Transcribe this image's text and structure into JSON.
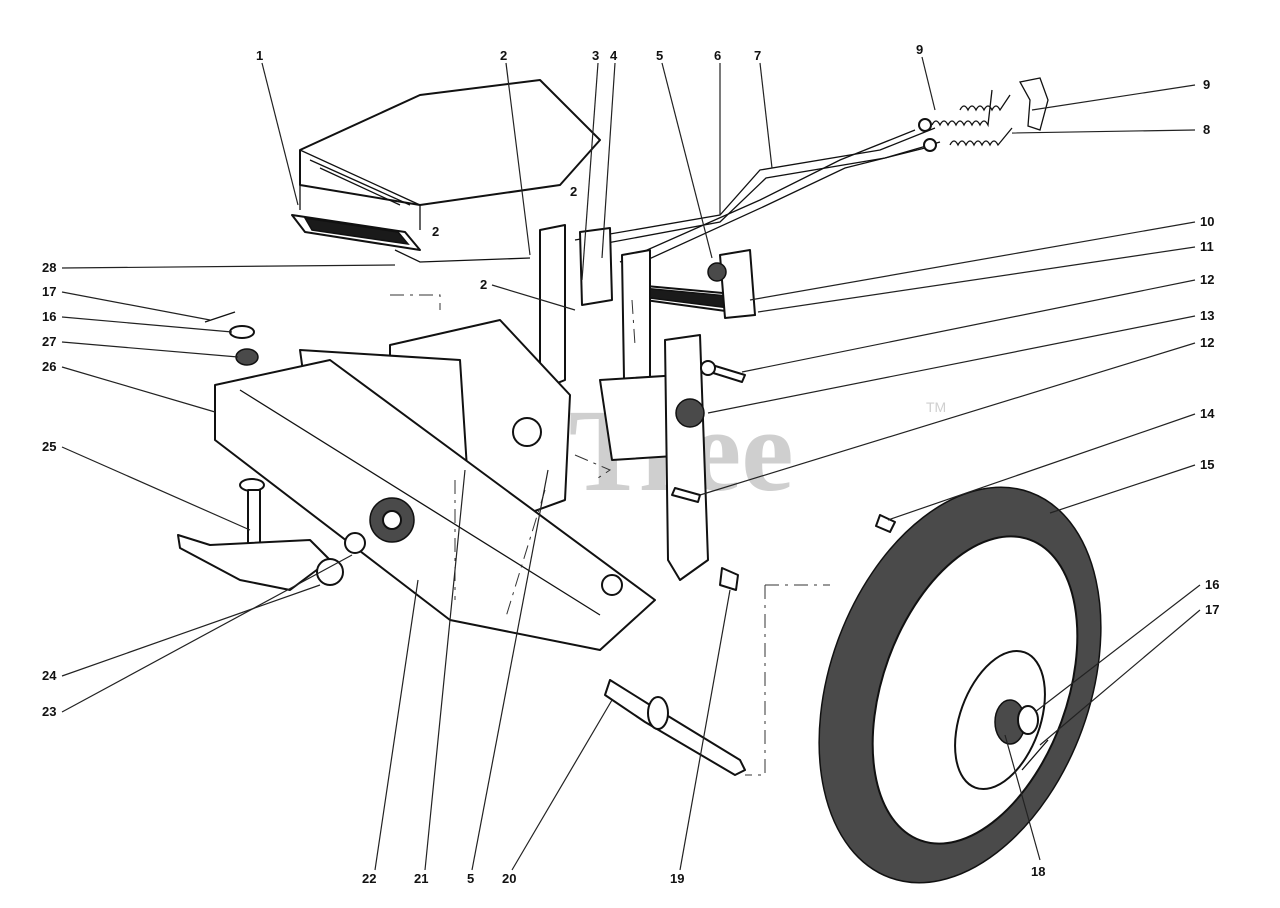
{
  "watermark": {
    "text": "PartsTree",
    "trademark": "TM",
    "color": "#cfcfcf"
  },
  "callouts": [
    {
      "id": "c1",
      "text": "1"
    },
    {
      "id": "c2a",
      "text": "2"
    },
    {
      "id": "c3",
      "text": "3"
    },
    {
      "id": "c4",
      "text": "4"
    },
    {
      "id": "c5a",
      "text": "5"
    },
    {
      "id": "c6",
      "text": "6"
    },
    {
      "id": "c7",
      "text": "7"
    },
    {
      "id": "c9a",
      "text": "9"
    },
    {
      "id": "c9b",
      "text": "9"
    },
    {
      "id": "c8",
      "text": "8"
    },
    {
      "id": "c10",
      "text": "10"
    },
    {
      "id": "c11",
      "text": "11"
    },
    {
      "id": "c12a",
      "text": "12"
    },
    {
      "id": "c13",
      "text": "13"
    },
    {
      "id": "c12b",
      "text": "12"
    },
    {
      "id": "c14",
      "text": "14"
    },
    {
      "id": "c15",
      "text": "15"
    },
    {
      "id": "c16a",
      "text": "16"
    },
    {
      "id": "c17a",
      "text": "17"
    },
    {
      "id": "c28",
      "text": "28"
    },
    {
      "id": "c17b",
      "text": "17"
    },
    {
      "id": "c16b",
      "text": "16"
    },
    {
      "id": "c27",
      "text": "27"
    },
    {
      "id": "c26",
      "text": "26"
    },
    {
      "id": "c25",
      "text": "25"
    },
    {
      "id": "c24",
      "text": "24"
    },
    {
      "id": "c23",
      "text": "23"
    },
    {
      "id": "c22",
      "text": "22"
    },
    {
      "id": "c21",
      "text": "21"
    },
    {
      "id": "c5b",
      "text": "5"
    },
    {
      "id": "c20",
      "text": "20"
    },
    {
      "id": "c19",
      "text": "19"
    },
    {
      "id": "c18",
      "text": "18"
    },
    {
      "id": "c2b",
      "text": "2"
    },
    {
      "id": "c2c",
      "text": "2"
    },
    {
      "id": "c2d",
      "text": "2"
    }
  ]
}
